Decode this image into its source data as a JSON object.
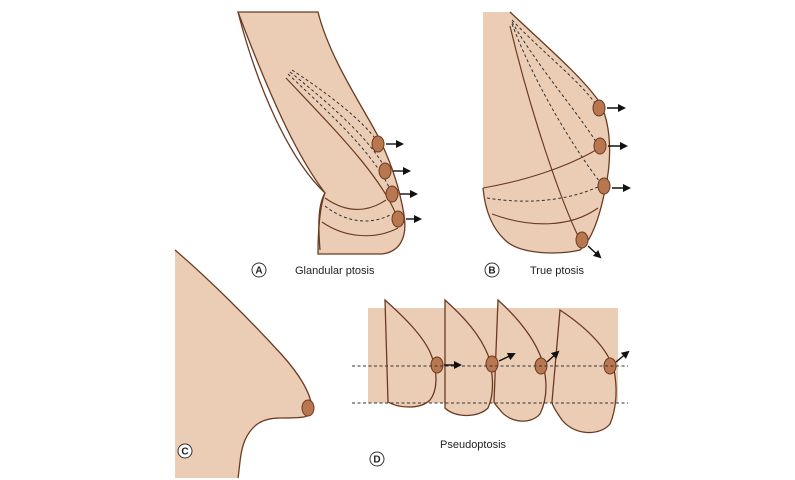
{
  "colors": {
    "skin": "#ebcdb5",
    "nipple": "#b9774f",
    "outline": "#6b3a22",
    "arrow": "#111111",
    "dash": "#333333"
  },
  "panels": [
    {
      "letter": "A",
      "caption": "Glandular ptosis"
    },
    {
      "letter": "B",
      "caption": "True ptosis"
    },
    {
      "letter": "C",
      "caption": ""
    },
    {
      "letter": "D",
      "caption": "Pseudoptosis"
    }
  ]
}
